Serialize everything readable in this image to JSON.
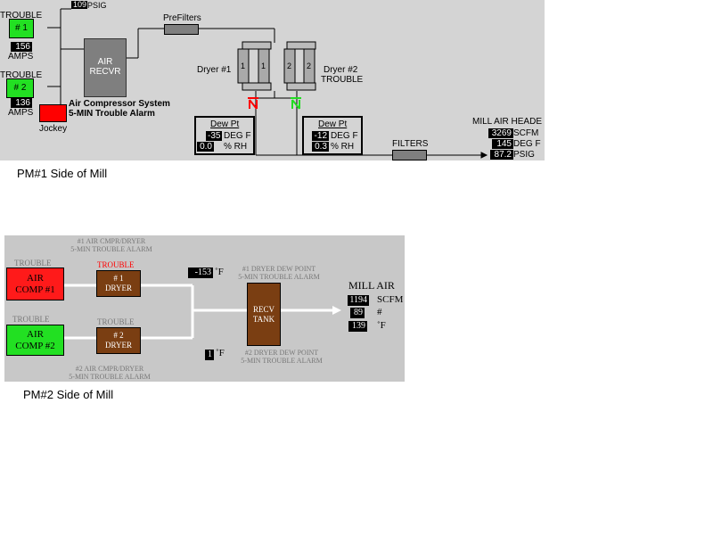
{
  "pm1": {
    "caption": "PM#1 Side of Mill",
    "top_psig": {
      "value": "109",
      "unit": "PSIG"
    },
    "compressor1": {
      "trouble": "TROUBLE",
      "label": "# 1",
      "amps_value": "156",
      "amps_unit": "AMPS"
    },
    "compressor2": {
      "trouble": "TROUBLE",
      "label": "# 2",
      "amps_value": "136",
      "amps_unit": "AMPS"
    },
    "jockey_label": "Jockey",
    "alarm_line1": "Air Compressor System",
    "alarm_line2": "5-MIN Trouble Alarm",
    "air_recvr_line1": "AIR",
    "air_recvr_line2": "RECVR",
    "prefilters_label": "PreFilters",
    "dryer1_label": "Dryer #1",
    "dryer2_label": "Dryer #2",
    "dryer2_status": "TROUBLE",
    "tower_1a": "1",
    "tower_1b": "1",
    "tower_2a": "2",
    "tower_2b": "2",
    "dewpt1": {
      "title": "Dew Pt",
      "temp": "-35",
      "temp_unit": "DEG F",
      "rh": "0.0",
      "rh_unit": "% RH"
    },
    "dewpt2": {
      "title": "Dew Pt",
      "temp": "-12",
      "temp_unit": "DEG F",
      "rh": "0.3",
      "rh_unit": "% RH"
    },
    "filters_label": "FILTERS",
    "mill_air_header": "MILL AIR HEADE",
    "header_values": [
      {
        "value": "3269",
        "unit": "SCFM"
      },
      {
        "value": "145",
        "unit": "DEG F"
      },
      {
        "value": "87.2",
        "unit": "PSIG"
      }
    ],
    "colors": {
      "panel": "#d4d4d4",
      "green": "#22e022",
      "red": "#ff0000",
      "gray_box": "#7f7f7f"
    }
  },
  "pm2": {
    "caption": "PM#2 Side of Mill",
    "note_top_line1": "#1 AIR CMPR/DRYER",
    "note_top_line2": "5-MIN TROUBLE ALARM",
    "note_bottom_line1": "#2 AIR CMPR/DRYER",
    "note_bottom_line2": "5-MIN TROUBLE ALARM",
    "comp1": {
      "trouble": "TROUBLE",
      "line1": "AIR",
      "line2": "COMP #1"
    },
    "comp2": {
      "trouble": "TROUBLE",
      "line1": "AIR",
      "line2": "COMP #2"
    },
    "dryer1": {
      "trouble": "TROUBLE",
      "line1": "# 1",
      "line2": "DRYER"
    },
    "dryer2": {
      "trouble": "TROUBLE",
      "line1": "# 2",
      "line2": "DRYER"
    },
    "dewpt1": {
      "value": "-153",
      "unit": "˚F",
      "note_line1": "#1 DRYER DEW POINT",
      "note_line2": "5-MIN TROUBLE ALARM"
    },
    "dewpt2": {
      "value": "1",
      "unit": "˚F",
      "note_line1": "#2 DRYER DEW POINT",
      "note_line2": "5-MIN TROUBLE ALARM"
    },
    "recv_line1": "RECV",
    "recv_line2": "TANK",
    "mill_air_label": "MILL AIR",
    "mill_values": [
      {
        "value": "1194",
        "unit": "SCFM"
      },
      {
        "value": "89",
        "unit": "#"
      },
      {
        "value": "139",
        "unit": "˚F"
      }
    ],
    "colors": {
      "panel": "#c8c8c8",
      "comp1_bg": "#ff1a1a",
      "comp2_bg": "#22e022",
      "dryer_bg": "#7a3e12",
      "trouble_red": "#ff0000"
    }
  }
}
